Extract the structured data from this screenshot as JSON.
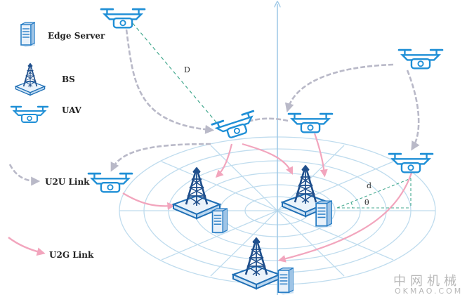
{
  "legend": {
    "edge_server": "Edge Server",
    "bs": "BS",
    "uav": "UAV",
    "u2u_link": "U2U Link",
    "u2g_link": "U2G Link"
  },
  "labels": {
    "distance": "D",
    "offset": "d",
    "angle": "θ"
  },
  "watermark": {
    "cn": "中网机械",
    "en": "OKMAO.COM"
  },
  "colors": {
    "uav_blue": "#1f8fd6",
    "tower_blue": "#1f6fb5",
    "server_blue": "#2a7fc6",
    "u2u_gray": "#b9b9c8",
    "u2g_pink": "#f2a5bd",
    "grid": "#bfdcee",
    "dash_green": "#44a98f"
  },
  "icons": [
    "edge-server-icon",
    "base-station-icon",
    "uav-icon"
  ]
}
